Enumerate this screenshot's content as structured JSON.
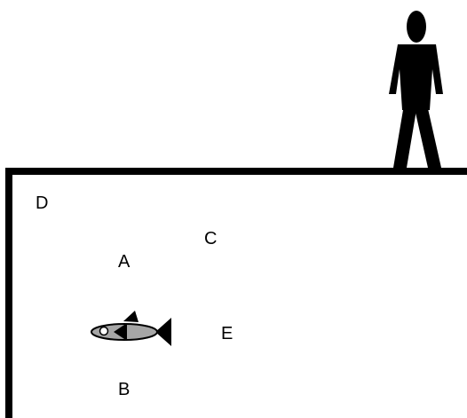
{
  "colors": {
    "background": "#ffffff",
    "ink": "#000000",
    "fish_body": "#a6a6a6"
  },
  "labels": {
    "a": "A",
    "b": "B",
    "c": "C",
    "d": "D",
    "e": "E"
  },
  "icons": {
    "person": "standing-person-silhouette",
    "fish": "fish-icon"
  }
}
